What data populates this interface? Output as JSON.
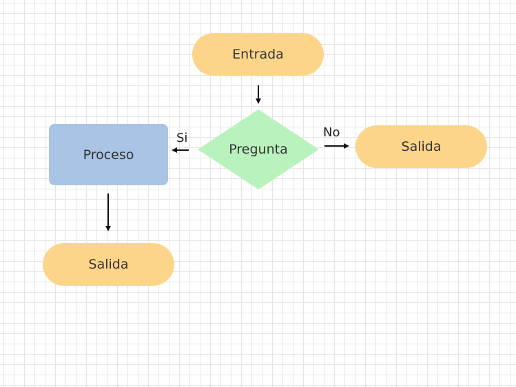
{
  "nodes": {
    "entrada": "Entrada",
    "pregunta": "Pregunta",
    "proceso": "Proceso",
    "salida_right": "Salida",
    "salida_bottom": "Salida"
  },
  "edge_labels": {
    "si": "Si",
    "no": "No"
  },
  "colors": {
    "terminal": "#fdd58a",
    "decision": "#b9f2bd",
    "process": "#a9c4e4",
    "grid": "#e6e6e6"
  }
}
